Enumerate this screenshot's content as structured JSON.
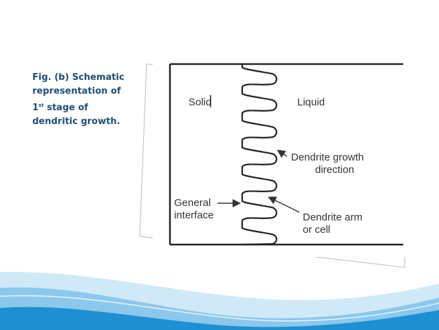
{
  "caption": {
    "line1": "Fig. (b) Schematic",
    "line2": "representation of",
    "line3_num": "1",
    "line3_sup": "st",
    "line3_rest": " stage of",
    "line4": "dendritic growth."
  },
  "figure": {
    "solid_label": "Solid",
    "liquid_label": "Liquid",
    "growth_line1": "Dendrite growth",
    "growth_line2": "direction",
    "interface_line1": "General",
    "interface_line2": "interface",
    "arm_line1": "Dendrite arm",
    "arm_line2": "or cell"
  },
  "colors": {
    "caption": "#1f4e79",
    "wave_light": "#cfe9f7",
    "wave_mid": "#7fc2ea",
    "wave_dark": "#1e8fd1"
  }
}
